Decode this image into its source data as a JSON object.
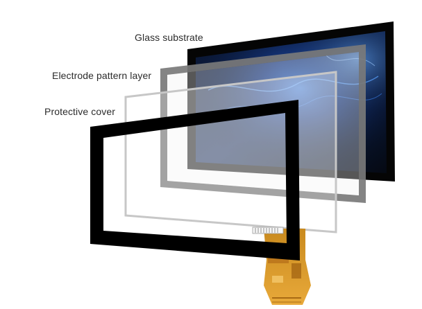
{
  "labels": {
    "glass_substrate": "Glass substrate",
    "electrode_pattern_layer": "Electrode pattern layer",
    "protective_cover": "Protective cover"
  },
  "colors": {
    "glass_frame": "#0a0a0a",
    "glass_screen": "#0b1a3a",
    "glass_glow": "#2f7bff",
    "electrode_frame": "#7a7a7a",
    "electrode_fill": "#f4f4f4",
    "outline_frame": "#c4c4c4",
    "cover_frame": "#000000",
    "flex_cable": "#e3a12c"
  },
  "icons": {
    "flex_cable": "flex-cable-icon",
    "connector": "connector-icon"
  }
}
